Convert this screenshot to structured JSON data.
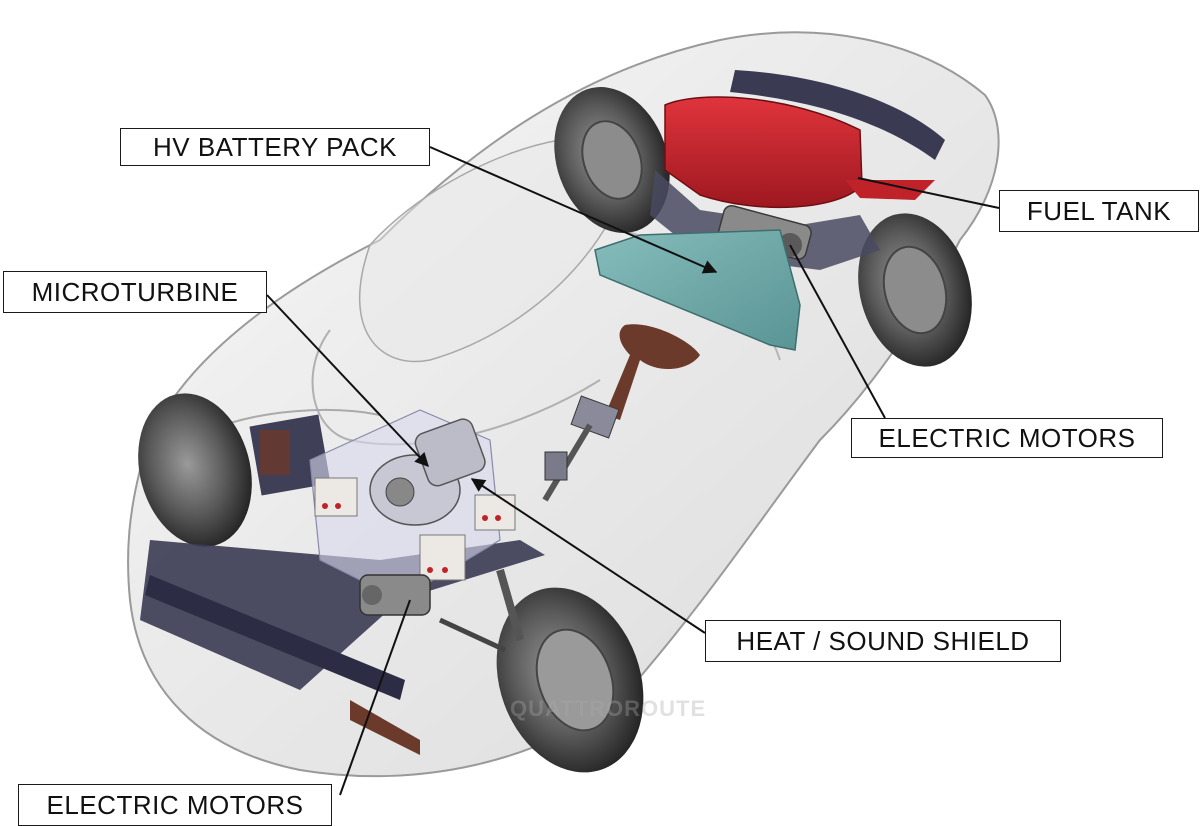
{
  "labels": {
    "hv_battery_pack": "HV BATTERY PACK",
    "fuel_tank": "FUEL TANK",
    "microturbine": "MICROTURBINE",
    "electric_motors_rear": "ELECTRIC MOTORS",
    "heat_sound_shield": "HEAT / SOUND SHIELD",
    "electric_motors_front": "ELECTRIC MOTORS"
  },
  "watermark": "QUATTROROUTE",
  "colors": {
    "fuel_tank": "#c0222a",
    "battery_pack": "#6ea8a8",
    "body_shell": "#d9d9d9",
    "frame": "#3a3a52",
    "steering": "#6b3a2a",
    "tires": "#2e2e2e"
  }
}
